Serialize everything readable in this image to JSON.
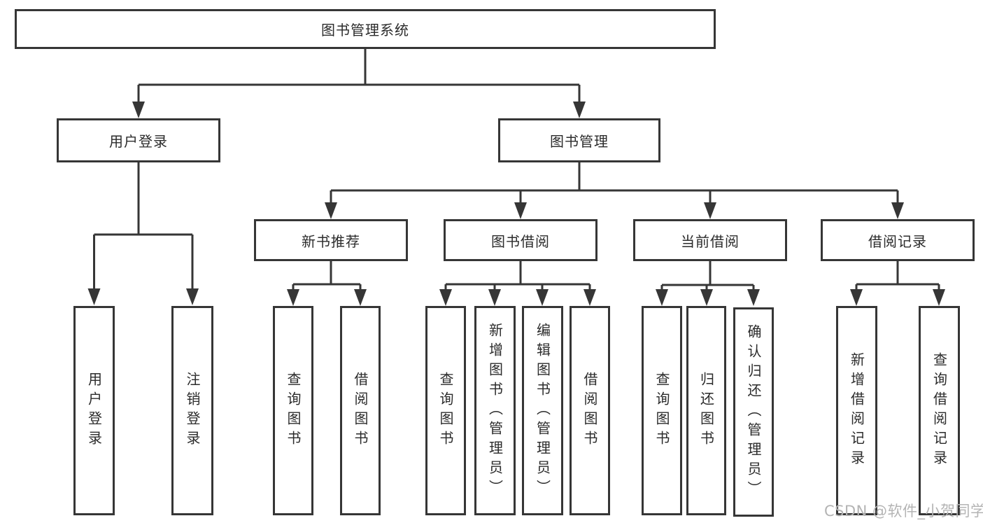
{
  "diagram": {
    "root": {
      "label": "图书管理系统"
    },
    "level2": [
      {
        "label": "用户登录"
      },
      {
        "label": "图书管理"
      }
    ],
    "level3": [
      {
        "label": "新书推荐"
      },
      {
        "label": "图书借阅"
      },
      {
        "label": "当前借阅"
      },
      {
        "label": "借阅记录"
      }
    ],
    "leaves": {
      "user": [
        "用户登录",
        "注销登录"
      ],
      "recommend": [
        "查询图书",
        "借阅图书"
      ],
      "borrow": [
        "查询图书",
        "新增图书（管理员）",
        "编辑图书（管理员）",
        "借阅图书"
      ],
      "current": [
        "查询图书",
        "归还图书",
        "确认归还（管理员）"
      ],
      "record": [
        "新增借阅记录",
        "查询借阅记录"
      ]
    }
  },
  "watermark": {
    "text": "CSDN @软件_小贺同学"
  },
  "colors": {
    "line": "#363636",
    "box_border": "#363636",
    "text": "#2b2b2b",
    "watermark": "#b4b4b4",
    "background": "#ffffff"
  }
}
